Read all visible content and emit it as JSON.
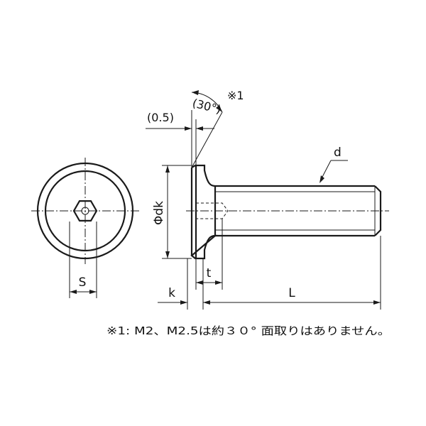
{
  "labels": {
    "chamfer_gap": "(0.5)",
    "chamfer_angle": "(30°)",
    "chamfer_ref": "※1",
    "thread_diameter": "d",
    "head_diameter": "Φdk",
    "socket_size": "S",
    "socket_depth": "t",
    "head_height": "k",
    "length": "L"
  },
  "note": "※1: M2、M2.5は約３０° 面取りはありません。"
}
